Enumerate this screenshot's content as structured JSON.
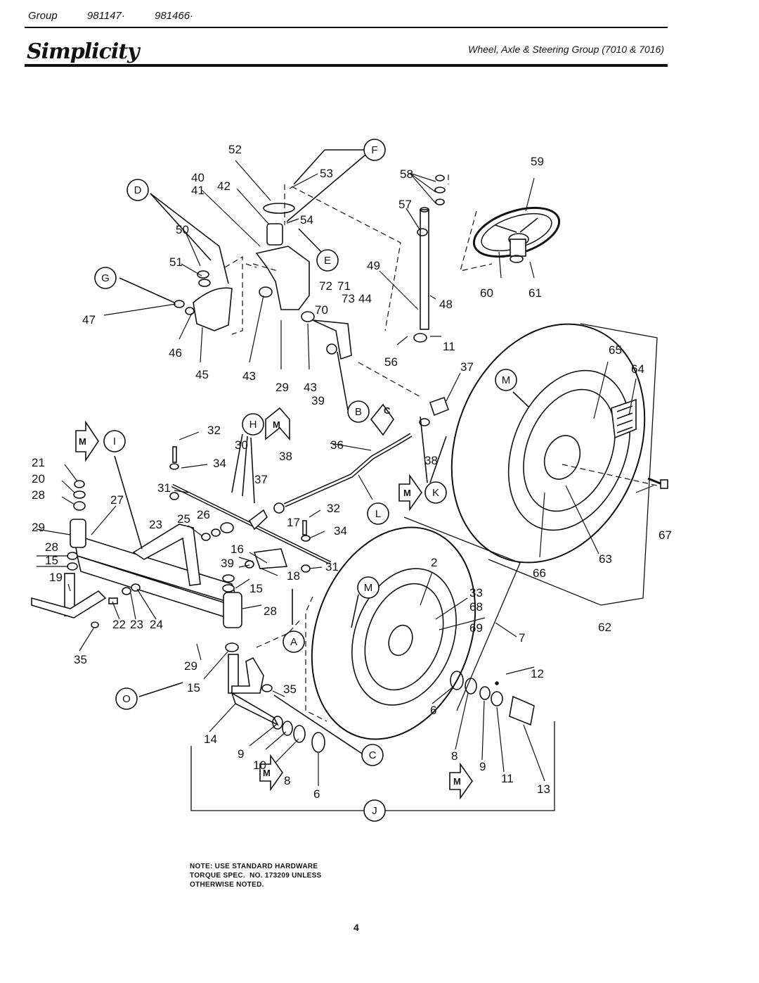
{
  "header": {
    "group_label": "Group",
    "group_number_1": "981147·",
    "group_number_2": "981466·",
    "brand": "Simplicity",
    "section_title": "Wheel, Axle & Steering Group (7010 & 7016)"
  },
  "callout_letters": {
    "A": "A",
    "B": "B",
    "C": "C",
    "D": "D",
    "E": "E",
    "F": "F",
    "G": "G",
    "H": "H",
    "I": "I",
    "J": "J",
    "K": "K",
    "L": "L",
    "M": "M",
    "O": "O"
  },
  "part_numbers": {
    "p52": "52",
    "p53": "53",
    "p40": "40",
    "p41": "41",
    "p42": "42",
    "p54": "54",
    "p50": "50",
    "p51": "51",
    "p47": "47",
    "p46": "46",
    "p45": "45",
    "p43a": "43",
    "p29a": "29",
    "p43b": "43",
    "p72": "72",
    "p71": "71",
    "p73": "73",
    "p44": "44",
    "p70": "70",
    "p39a": "39",
    "p49": "49",
    "p48": "48",
    "p58": "58",
    "p57": "57",
    "p59": "59",
    "p60": "60",
    "p61": "61",
    "p11a": "11",
    "p56": "56",
    "p37a": "37",
    "p65": "65",
    "p64": "64",
    "p32a": "32",
    "p30": "30",
    "p38a": "38",
    "p36": "36",
    "p34a": "34",
    "p38b": "38",
    "p21": "21",
    "p20": "20",
    "p28a": "28",
    "p31a": "31",
    "p27": "27",
    "p37b": "37",
    "p32b": "32",
    "p17": "17",
    "p34b": "34",
    "p25": "25",
    "p26": "26",
    "p23a": "23",
    "p29b": "29",
    "p28b": "28",
    "p15a": "15",
    "p16": "16",
    "p39b": "39",
    "p18": "18",
    "p31b": "31",
    "p19": "19",
    "p15b": "15",
    "p28c": "28",
    "p22": "22",
    "p23b": "23",
    "p24": "24",
    "p35a": "35",
    "p29c": "29",
    "p15c": "15",
    "p35b": "35",
    "p14": "14",
    "p9a": "9",
    "p10": "10",
    "p8a": "8",
    "p6a": "6",
    "p2": "2",
    "p33": "33",
    "p68": "68",
    "p69": "69",
    "p7": "7",
    "p12": "12",
    "p6b": "6",
    "p8b": "8",
    "p9b": "9",
    "p11b": "11",
    "p13": "13",
    "p67": "67",
    "p63": "63",
    "p66": "66",
    "p62": "62"
  },
  "note": {
    "line1": "NOTE: USE STANDARD HARDWARE",
    "line2": "TORQUE SPEC.  NO. 173209 UNLESS",
    "line3": "OTHERWISE NOTED."
  },
  "page_number": "4"
}
